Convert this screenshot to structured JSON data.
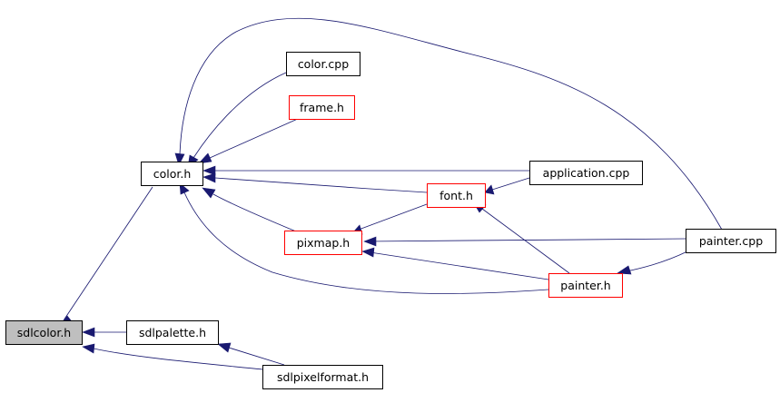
{
  "colors": {
    "edge": "#191970",
    "node_border_plain": "#000000",
    "node_border_incomplete": "#ff0000",
    "node_fill_root": "#bfbfbf",
    "node_fill": "#ffffff"
  },
  "nodes": {
    "sdlcolor_h": {
      "label": "sdlcolor.h",
      "style": "root"
    },
    "color_h": {
      "label": "color.h",
      "style": "plain"
    },
    "color_cpp": {
      "label": "color.cpp",
      "style": "plain"
    },
    "frame_h": {
      "label": "frame.h",
      "style": "incomplete"
    },
    "application_cpp": {
      "label": "application.cpp",
      "style": "plain"
    },
    "font_h": {
      "label": "font.h",
      "style": "incomplete"
    },
    "pixmap_h": {
      "label": "pixmap.h",
      "style": "incomplete"
    },
    "painter_cpp": {
      "label": "painter.cpp",
      "style": "plain"
    },
    "painter_h": {
      "label": "painter.h",
      "style": "incomplete"
    },
    "sdlpalette_h": {
      "label": "sdlpalette.h",
      "style": "plain"
    },
    "sdlpixelformat_h": {
      "label": "sdlpixelformat.h",
      "style": "plain"
    }
  },
  "edges": [
    {
      "from": "color_h",
      "to": "sdlcolor_h"
    },
    {
      "from": "sdlpalette_h",
      "to": "sdlcolor_h"
    },
    {
      "from": "sdlpixelformat_h",
      "to": "sdlcolor_h"
    },
    {
      "from": "sdlpixelformat_h",
      "to": "sdlpalette_h"
    },
    {
      "from": "color_cpp",
      "to": "color_h"
    },
    {
      "from": "frame_h",
      "to": "color_h"
    },
    {
      "from": "application_cpp",
      "to": "color_h"
    },
    {
      "from": "font_h",
      "to": "color_h"
    },
    {
      "from": "pixmap_h",
      "to": "color_h"
    },
    {
      "from": "painter_cpp",
      "to": "color_h"
    },
    {
      "from": "painter_h",
      "to": "color_h"
    },
    {
      "from": "application_cpp",
      "to": "font_h"
    },
    {
      "from": "painter_h",
      "to": "font_h"
    },
    {
      "from": "font_h",
      "to": "pixmap_h"
    },
    {
      "from": "painter_cpp",
      "to": "pixmap_h"
    },
    {
      "from": "painter_h",
      "to": "pixmap_h"
    },
    {
      "from": "painter_cpp",
      "to": "painter_h"
    }
  ]
}
